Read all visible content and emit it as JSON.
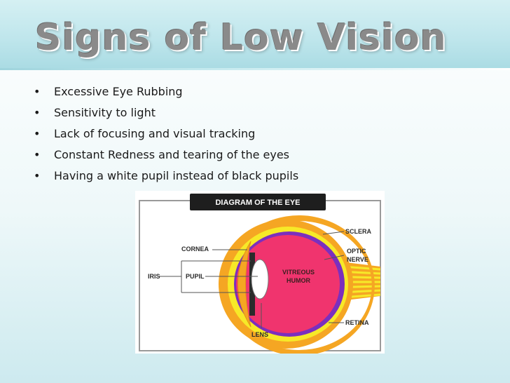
{
  "slide": {
    "title": "Signs of Low Vision",
    "bullets": [
      "Excessive Eye Rubbing",
      "Sensitivity to light",
      "Lack of focusing and visual tracking",
      "Constant Redness and tearing of the eyes",
      "Having a white pupil instead of black pupils"
    ]
  },
  "diagram": {
    "title": "DIAGRAM OF THE EYE",
    "labels": {
      "sclera": "SCLERA",
      "optic_line1": "OPTIC",
      "optic_line2": "NERVE",
      "cornea": "CORNEA",
      "iris": "IRIS",
      "pupil": "PUPIL",
      "vitreous_line1": "VITREOUS",
      "vitreous_line2": "HUMOR",
      "retina": "RETINA",
      "lens": "LENS"
    },
    "colors": {
      "sclera": "#f5a623",
      "choroid": "#f7e928",
      "retina": "#7b2fbe",
      "vitreous": "#f0346e",
      "lens": "#ffffff",
      "title_bar": "#1e1e1e"
    }
  }
}
